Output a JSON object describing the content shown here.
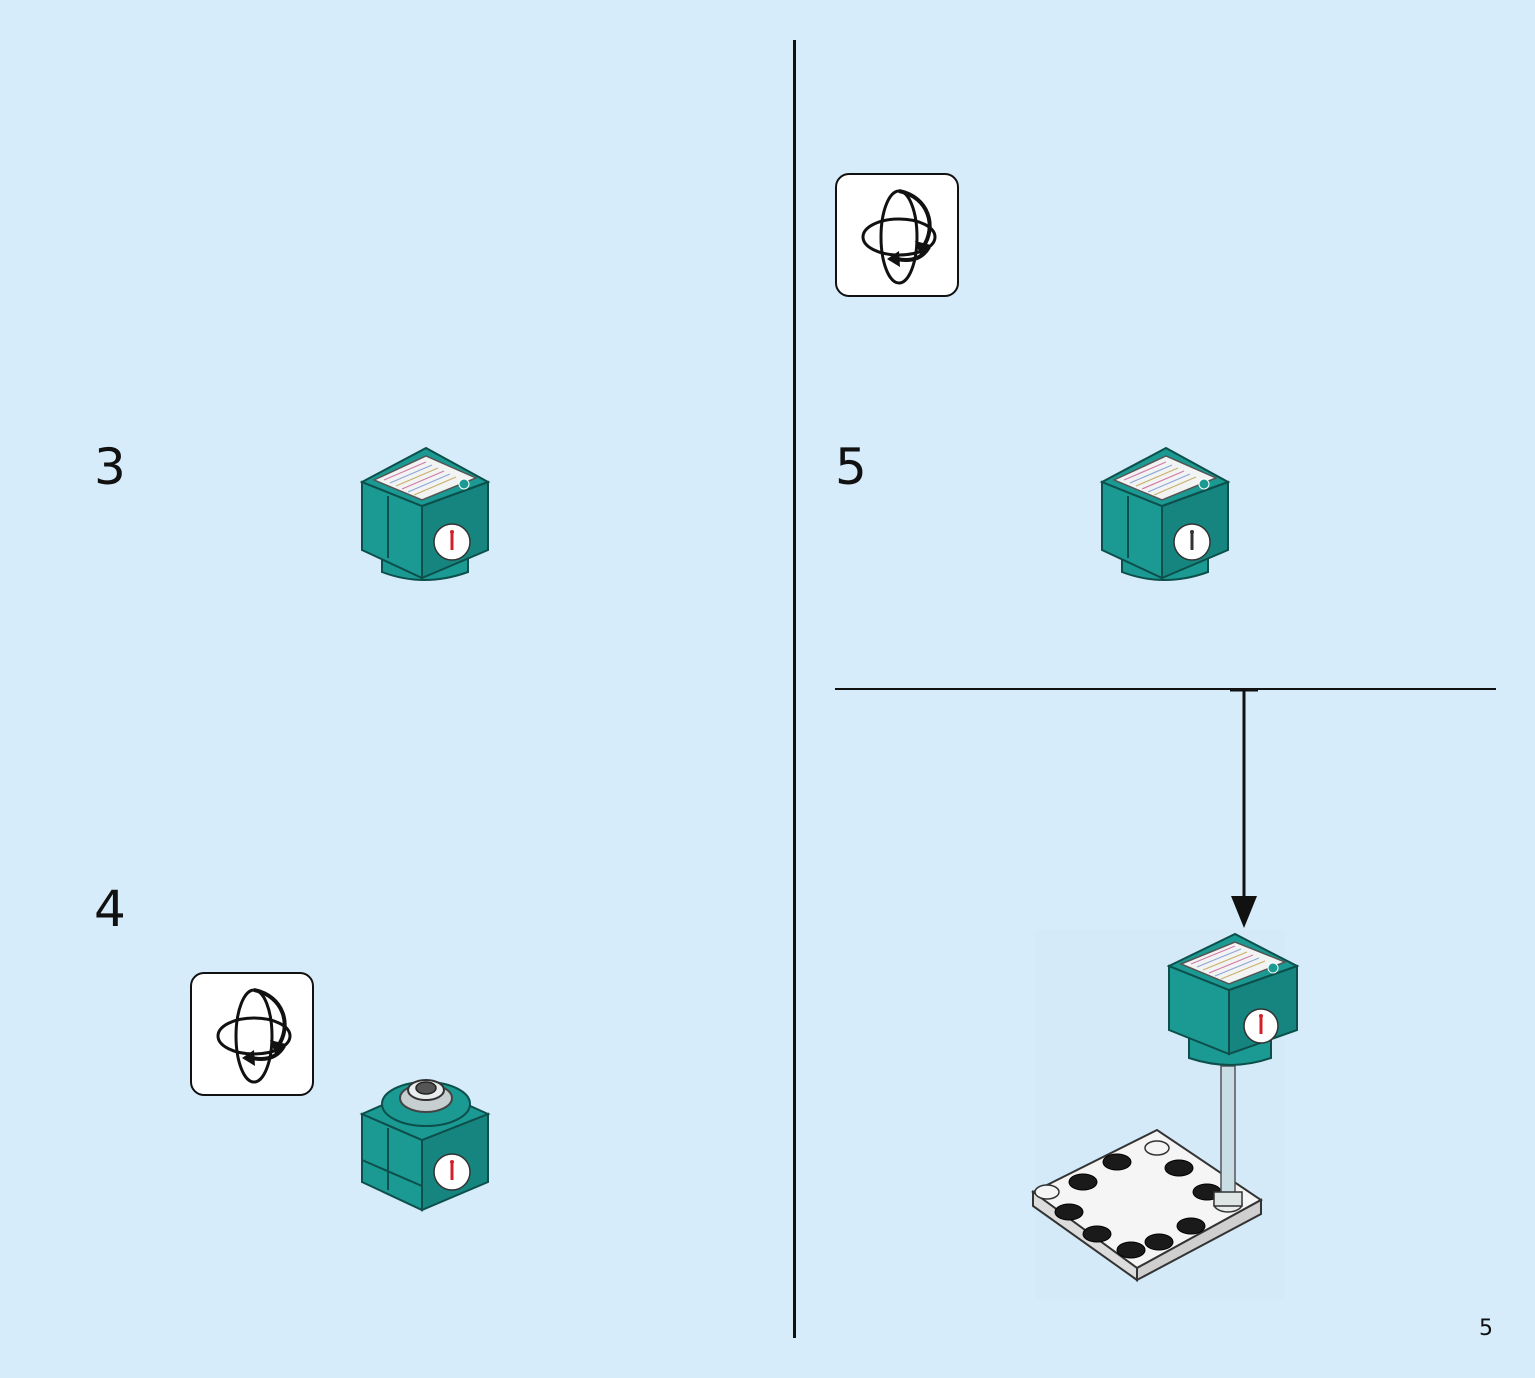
{
  "steps": [
    {
      "number": "3"
    },
    {
      "number": "4"
    },
    {
      "number": "5"
    }
  ],
  "page_number": "5",
  "icons": {
    "rotate": "rotate-model-icon",
    "arrow": "down-arrow-icon"
  },
  "colors": {
    "background": "#d6ecfa",
    "brick_teal": "#1a9a93",
    "brick_dark": "#0f6f6a",
    "tile_white": "#f2f4f4",
    "plate_white": "#f5f5f5",
    "stud_black": "#1a1a1a",
    "rod_clear": "#c8dde4",
    "line": "#111111"
  }
}
